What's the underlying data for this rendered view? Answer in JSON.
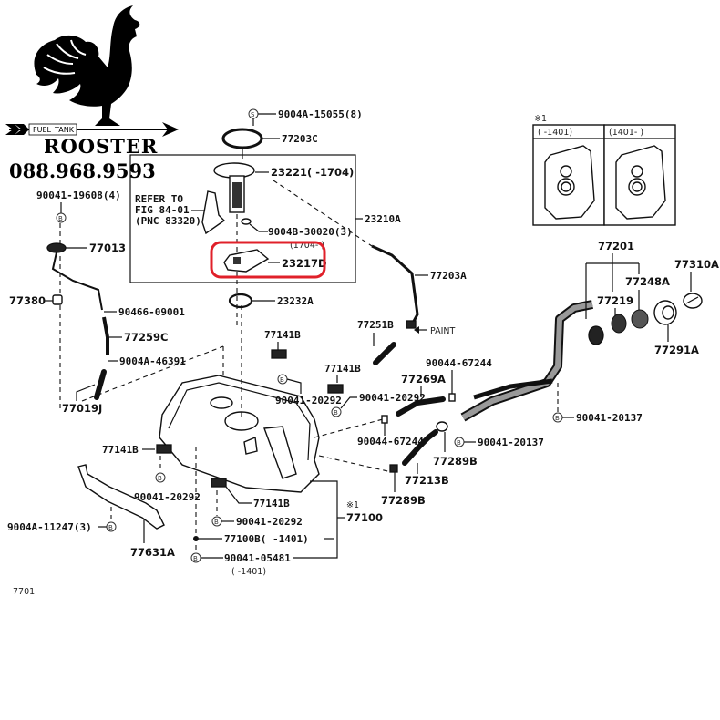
{
  "branding": {
    "name": "ROOSTER",
    "phone": "088.968.9593",
    "tag_fuel": "FUEL",
    "tag_tank": "TANK"
  },
  "colors": {
    "highlight": "#e0202a",
    "ink": "#111111",
    "background": "#ffffff"
  },
  "diagram": {
    "page_code": "7701",
    "refer_note": {
      "line1": "REFER TO",
      "line2": "FIG 84-01",
      "line3": "(PNC 83320)"
    },
    "inset": {
      "mark": "※1",
      "col1_header": "(     -1401)",
      "col2_header": "(1401-     )"
    },
    "bolt_glyph": "B",
    "screw_glyph": "S",
    "paint_label": "PAINT",
    "highlighted_part": "23217D",
    "parts": {
      "p9004a15055": "9004A-15055(8)",
      "p77203c": "77203C",
      "p23221": "23221(     -1704)",
      "p23210a": "23210A",
      "p9004b30020": "9004B-30020(3)",
      "p9004b30020_range": "(1704-     )",
      "p23217d": "23217D",
      "p23232a": "23232A",
      "p77203a": "77203A",
      "p77251b": "77251B",
      "p9004119608": "90041-19608(4)",
      "p77013": "77013",
      "p77380": "77380",
      "p9046609001": "90466-09001",
      "p77259c": "77259C",
      "p9004a46391": "9004A-46391",
      "p77019j": "77019J",
      "p77141b_1": "77141B",
      "p9004120292_1": "90041-20292",
      "p77141b_2": "77141B",
      "p9004120292_2": "90041-20292",
      "p77141b_3": "77141B",
      "p9004120292_3": "90041-20292",
      "p77141b_4": "77141B",
      "p9004120292_4": "90041-20292",
      "p9004467244_1": "90044-67244",
      "p77269a": "77269A",
      "p9004467244_2": "90044-67244",
      "p9004120137_1": "90041-20137",
      "p9004120137_2": "90041-20137",
      "p77289b_1": "77289B",
      "p77213b": "77213B",
      "p77289b_2": "77289B",
      "p77201": "77201",
      "p77248a": "77248A",
      "p77219": "77219",
      "p77310a": "77310A",
      "p77291a": "77291A",
      "p9004a11247": "9004A-11247(3)",
      "p77631a": "77631A",
      "p77100_mark": "※1",
      "p77100": "77100",
      "p77100b": "77100B(     -1401)",
      "p9004105481": "90041-05481",
      "p9004105481_range": "(     -1401)"
    }
  }
}
